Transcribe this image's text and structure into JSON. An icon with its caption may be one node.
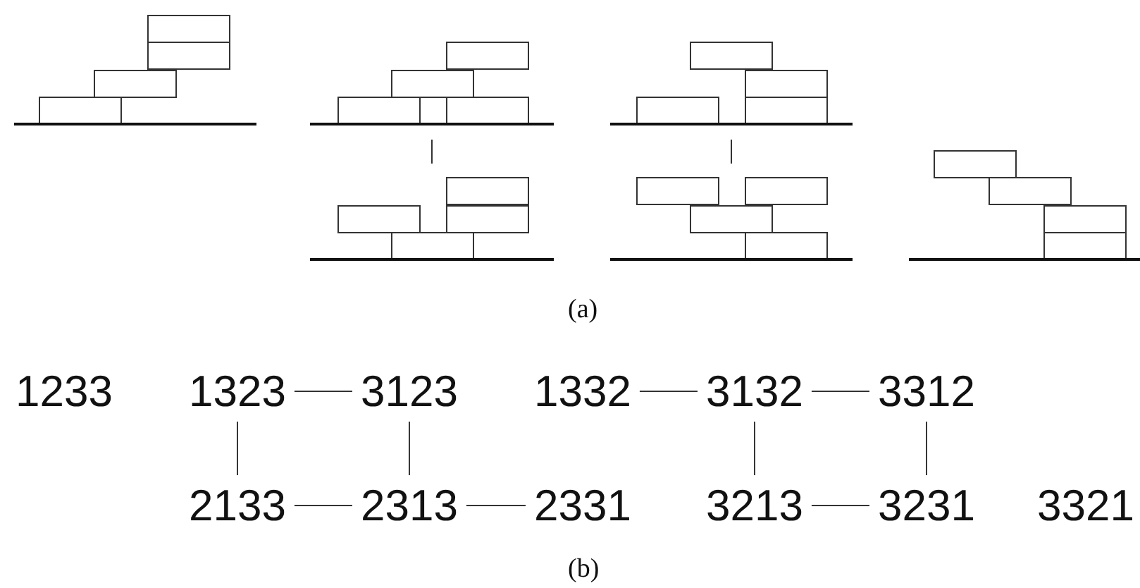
{
  "diagram": {
    "nodes": [
      {
        "text": [],
        "shape": "picture"
      },
      {
        "text": [],
        "shape": "picture"
      },
      {
        "text": [],
        "shape": "picture"
      },
      {
        "text": [],
        "shape": "picture"
      },
      {
        "text": [],
        "shape": "picture"
      },
      {
        "text": [],
        "shape": "picture"
      },
      {
        "text": [
          "1233"
        ]
      },
      {
        "text": [
          "1323"
        ]
      },
      {
        "text": [
          "3123"
        ]
      },
      {
        "text": [
          "1332"
        ]
      },
      {
        "text": [
          "3132"
        ]
      },
      {
        "text": [
          "3312"
        ]
      },
      {
        "text": [
          "2133"
        ]
      },
      {
        "text": [
          "2313"
        ]
      },
      {
        "text": [
          "2331"
        ]
      },
      {
        "text": [
          "3213"
        ]
      },
      {
        "text": [
          "3231"
        ]
      },
      {
        "text": [
          "3321"
        ]
      }
    ],
    "edges": [
      {
        "from": 1,
        "to": 3,
        "arrow": "none"
      },
      {
        "from": 2,
        "to": 4,
        "arrow": "none"
      },
      {
        "from": 7,
        "to": 8,
        "arrow": "none"
      },
      {
        "from": 7,
        "to": 12,
        "arrow": "none"
      },
      {
        "from": 8,
        "to": 13,
        "arrow": "none"
      },
      {
        "from": 9,
        "to": 10,
        "arrow": "none"
      },
      {
        "from": 10,
        "to": 11,
        "arrow": "none"
      },
      {
        "from": 10,
        "to": 15,
        "arrow": "none"
      },
      {
        "from": 11,
        "to": 16,
        "arrow": "none"
      },
      {
        "from": 12,
        "to": 13,
        "arrow": "none"
      },
      {
        "from": 13,
        "to": 14,
        "arrow": "none"
      },
      {
        "from": 15,
        "to": 16,
        "arrow": "none"
      }
    ],
    "labels": [
      "(a)",
      "(b)"
    ]
  }
}
